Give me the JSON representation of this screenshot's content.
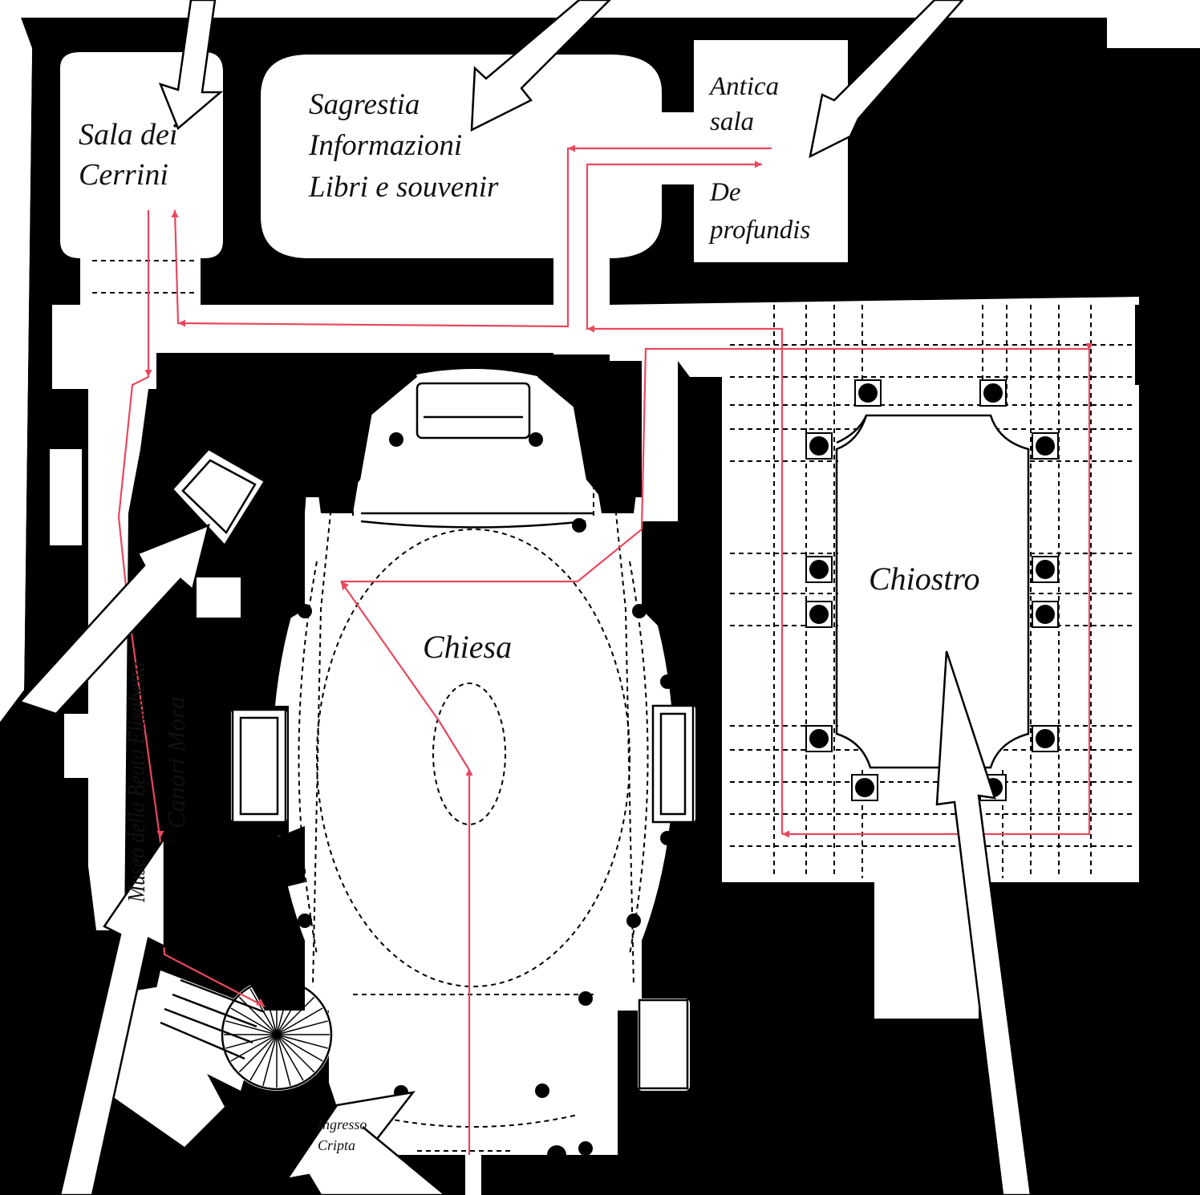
{
  "map": {
    "colors": {
      "walls": "#000000",
      "background": "#ffffff",
      "route": "#e8485e"
    },
    "rooms": {
      "sala_cerrini": [
        "Sala dei",
        "Cerrini"
      ],
      "sagrestia": [
        "Sagrestia",
        "Informazioni",
        "Libri e souvenir"
      ],
      "antica_sala": [
        "Antica",
        "sala"
      ],
      "de_profundis": [
        "De",
        "profundis"
      ],
      "chiesa": "Chiesa",
      "chiostro": "Chiostro",
      "museo": [
        "Museo della Beata Elisabetta",
        "Canori Mora"
      ],
      "ingresso_cripta": [
        "Ingresso",
        "Cripta"
      ]
    }
  }
}
